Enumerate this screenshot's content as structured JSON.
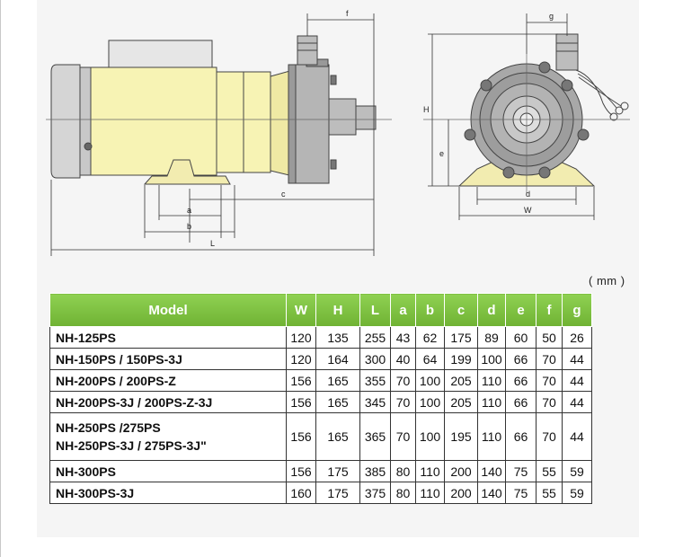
{
  "unit_label": "( mm )",
  "drawing": {
    "dim_labels": {
      "f": "f",
      "g": "g",
      "H": "H",
      "e": "e",
      "c": "c",
      "a": "a",
      "b": "b",
      "L": "L",
      "d": "d",
      "W": "W"
    }
  },
  "table": {
    "headers": [
      "Model",
      "W",
      "H",
      "L",
      "a",
      "b",
      "c",
      "d",
      "e",
      "f",
      "g"
    ],
    "rows": [
      {
        "model": [
          "NH-125PS"
        ],
        "values": [
          "120",
          "135",
          "255",
          "43",
          "62",
          "175",
          "89",
          "60",
          "50",
          "26"
        ]
      },
      {
        "model": [
          "NH-150PS / 150PS-3J"
        ],
        "values": [
          "120",
          "164",
          "300",
          "40",
          "64",
          "199",
          "100",
          "66",
          "70",
          "44"
        ]
      },
      {
        "model": [
          "NH-200PS / 200PS-Z"
        ],
        "values": [
          "156",
          "165",
          "355",
          "70",
          "100",
          "205",
          "110",
          "66",
          "70",
          "44"
        ]
      },
      {
        "model": [
          "NH-200PS-3J / 200PS-Z-3J"
        ],
        "values": [
          "156",
          "165",
          "345",
          "70",
          "100",
          "205",
          "110",
          "66",
          "70",
          "44"
        ]
      },
      {
        "model": [
          "NH-250PS /275PS",
          "NH-250PS-3J / 275PS-3J\""
        ],
        "values": [
          "156",
          "165",
          "365",
          "70",
          "100",
          "195",
          "110",
          "66",
          "70",
          "44"
        ]
      },
      {
        "model": [
          "NH-300PS"
        ],
        "values": [
          "156",
          "175",
          "385",
          "80",
          "110",
          "200",
          "140",
          "75",
          "55",
          "59"
        ]
      },
      {
        "model": [
          "NH-300PS-3J"
        ],
        "values": [
          "160",
          "175",
          "375",
          "80",
          "110",
          "200",
          "140",
          "75",
          "55",
          "59"
        ]
      }
    ]
  }
}
